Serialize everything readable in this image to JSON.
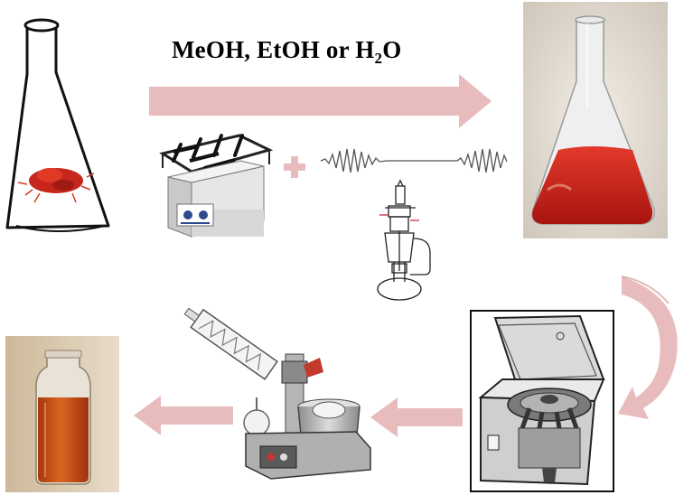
{
  "solvent_label": {
    "part1": "MeOH, EtOH or H",
    "subscript": "2",
    "part2": "O"
  },
  "colors": {
    "arrow": "#e8bcbc",
    "arrow_dark": "#c88f8f",
    "extract_red": "#d4231b",
    "extract_orange": "#c9551a",
    "photo_bg_beige": "#d8d0c4",
    "centrifuge_bg": "#111111"
  }
}
